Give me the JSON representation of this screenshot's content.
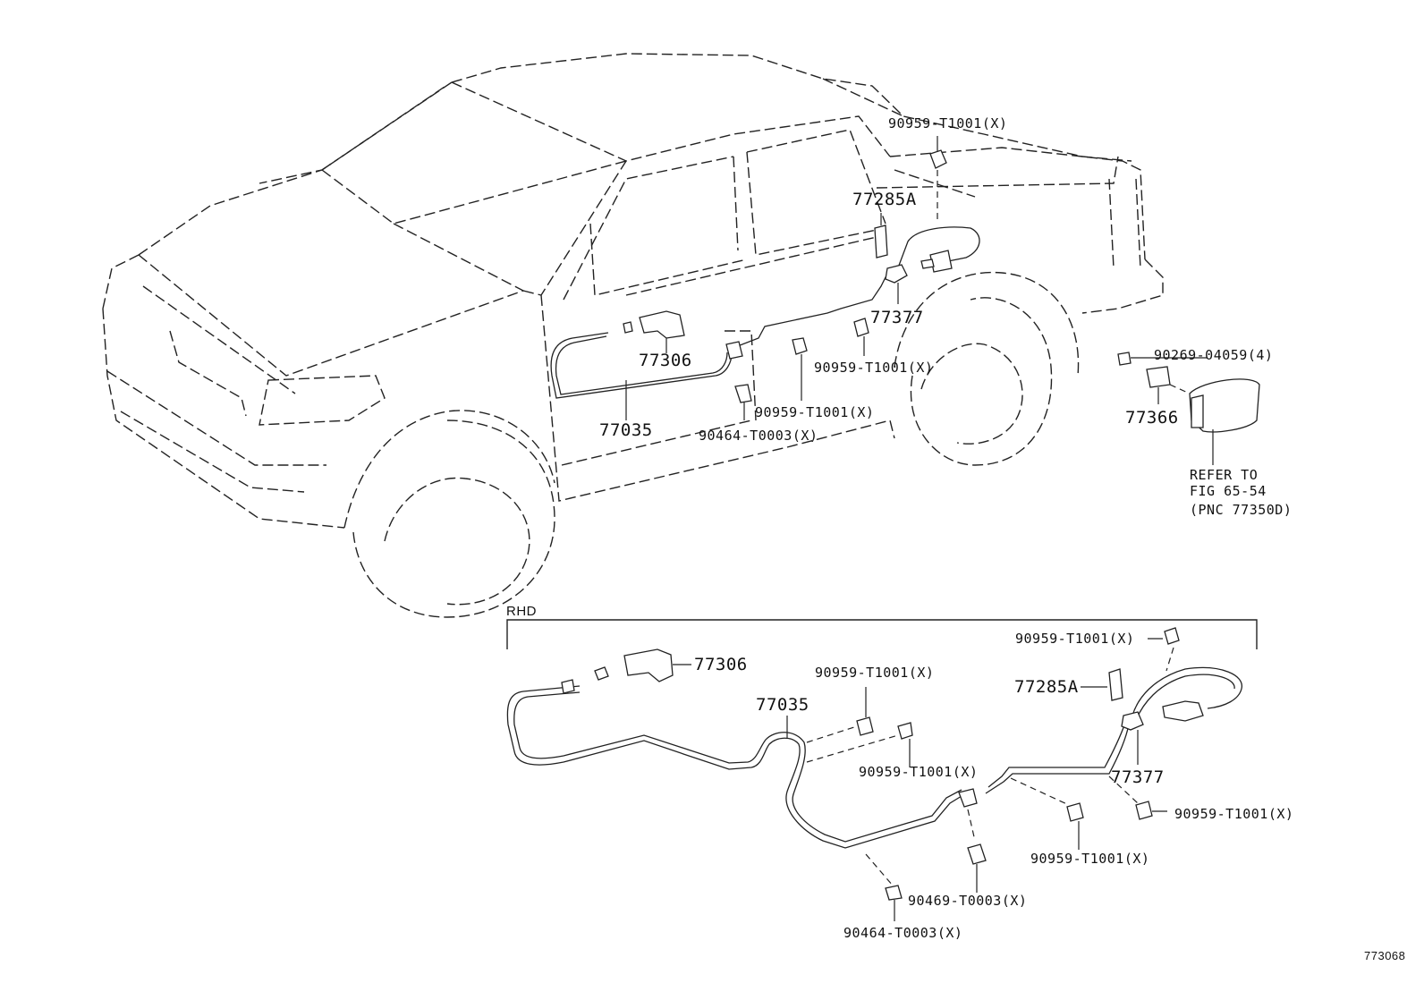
{
  "diagram_id": "773068",
  "section_label": "RHD",
  "upper_labels": {
    "clip_top": "90959-T1001(X)",
    "bracket": "77285A",
    "cable_end": "77377",
    "clip_mid": "90959-T1001(X)",
    "opener": "77306",
    "clip_low": "90959-T1001(X)",
    "cable": "77035",
    "clamp": "90464-T0003(X)",
    "screw": "90269-04059(4)",
    "lid_hinge": "77366",
    "refer_1": "REFER TO",
    "refer_2": "FIG 65-54",
    "refer_3": "(PNC 77350D)"
  },
  "rhd_labels": {
    "opener": "77306",
    "clip_top": "90959-T1001(X)",
    "bracket": "77285A",
    "clip_a": "90959-T1001(X)",
    "cable": "77035",
    "clip_b": "90959-T1001(X)",
    "cable_end": "77377",
    "clip_right": "90959-T1001(X)",
    "clip_c": "90959-T1001(X)",
    "clamp_a": "90469-T0003(X)",
    "clamp_b": "90464-T0003(X)"
  }
}
